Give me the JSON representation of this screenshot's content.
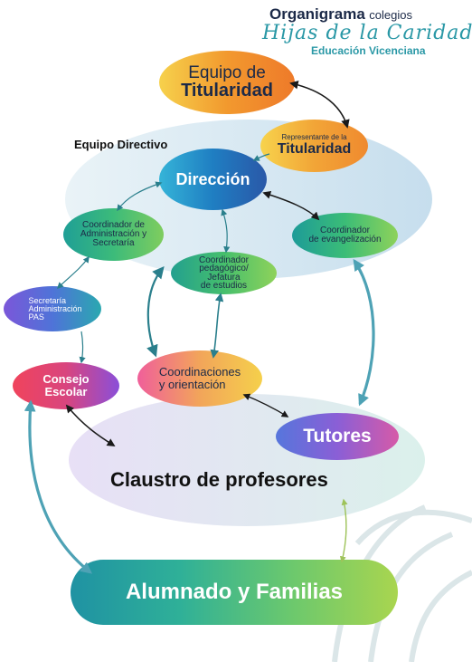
{
  "header": {
    "title": "Organigrama",
    "title_suffix": "colegios",
    "script_name": "Hijas de la Caridad",
    "subtitle": "Educación Vicenciana"
  },
  "groups": {
    "equipo_directivo": "Equipo Directivo",
    "claustro": "Claustro de profesores"
  },
  "nodes": {
    "equipo_titularidad": {
      "line1": "Equipo de",
      "line2": "Titularidad"
    },
    "representante": {
      "line1": "Representante de la",
      "line2": "Titularidad"
    },
    "direccion": "Dirección",
    "coord_admin": {
      "line1": "Coordinador de",
      "line2": "Administración y",
      "line3": "Secretaría"
    },
    "coord_evang": {
      "line1": "Coordinador",
      "line2": "de evangelización"
    },
    "coord_ped": {
      "line1": "Coordinador",
      "line2": "pedagógico/",
      "line3": "Jefatura",
      "line4": "de estudios"
    },
    "secretaria": {
      "line1": "Secretaría",
      "line2": "Administración",
      "line3": "PAS"
    },
    "consejo": {
      "line1": "Consejo",
      "line2": "Escolar"
    },
    "coordinaciones": {
      "line1": "Coordinaciones",
      "line2": "y orientación"
    },
    "tutores": "Tutores",
    "alumnado": "Alumnado y Familias"
  },
  "colors": {
    "navy": "#1c2a48",
    "teal": "#2a98a6",
    "arrow_dark": "#1a1a1a",
    "olive_arrow": "#9ec35a"
  }
}
